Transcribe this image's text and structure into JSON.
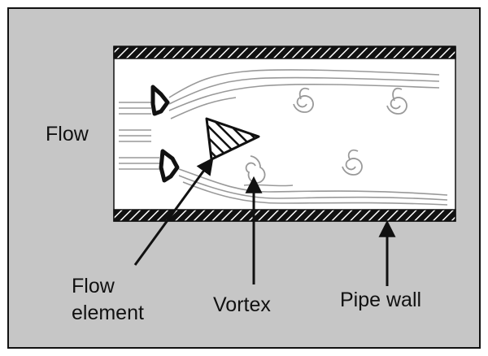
{
  "labels": {
    "flow": "Flow",
    "flow_element_line1": "Flow",
    "flow_element_line2": "element",
    "vortex": "Vortex",
    "pipe_wall": "Pipe wall"
  },
  "colors": {
    "panel_background": "#c6c6c6",
    "panel_border": "#111111",
    "pipe_interior": "#ffffff",
    "wall": "#111111",
    "streamline": "#999999",
    "swirl": "#999999",
    "arrow": "#111111"
  }
}
